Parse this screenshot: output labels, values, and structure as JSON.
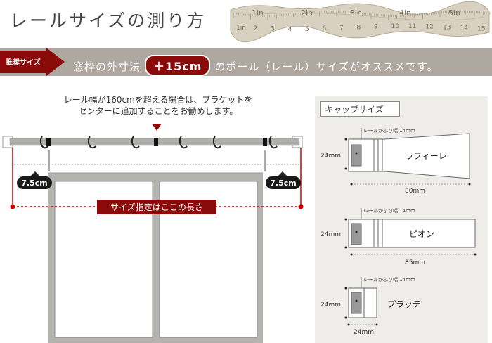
{
  "title": "レールサイズの測り方",
  "tape_marks": [
    "1in",
    "2",
    "3",
    "4",
    "5",
    "6",
    "7",
    "8",
    "9",
    "10",
    "11",
    "12",
    "13",
    "14",
    "15"
  ],
  "tape_labels": [
    "1in",
    "2in",
    "3in",
    "4in",
    "5in"
  ],
  "banner": {
    "tag": "推奨サイズ",
    "prefix": "窓枠の外寸法",
    "highlight": "＋15cm",
    "suffix": "のポール（レール）サイズがオススメです。"
  },
  "note": {
    "line1": "レール幅が160cmを超える場合は、ブラケットを",
    "line2": "センターに追加することをお勧めします。"
  },
  "diagram": {
    "left_offset": "7.5cm",
    "right_offset": "7.5cm",
    "size_label": "サイズ指定はここの長さ"
  },
  "caps": {
    "title": "キャップサイズ",
    "items": [
      {
        "name": "ラフィーレ",
        "overlap": "レールかぶり幅 14mm",
        "height": "24mm",
        "width": "80mm"
      },
      {
        "name": "ピオン",
        "overlap": "レールかぶり幅 14mm",
        "height": "24mm",
        "width": "85mm"
      },
      {
        "name": "プラッテ",
        "overlap": "レールかぶり幅 14mm",
        "height": "24mm",
        "width": "24mm"
      }
    ]
  },
  "colors": {
    "accent": "#8a0a0a",
    "band": "#aea8a0",
    "rail": "#b0aeab",
    "frame": "#b5b3b0"
  }
}
